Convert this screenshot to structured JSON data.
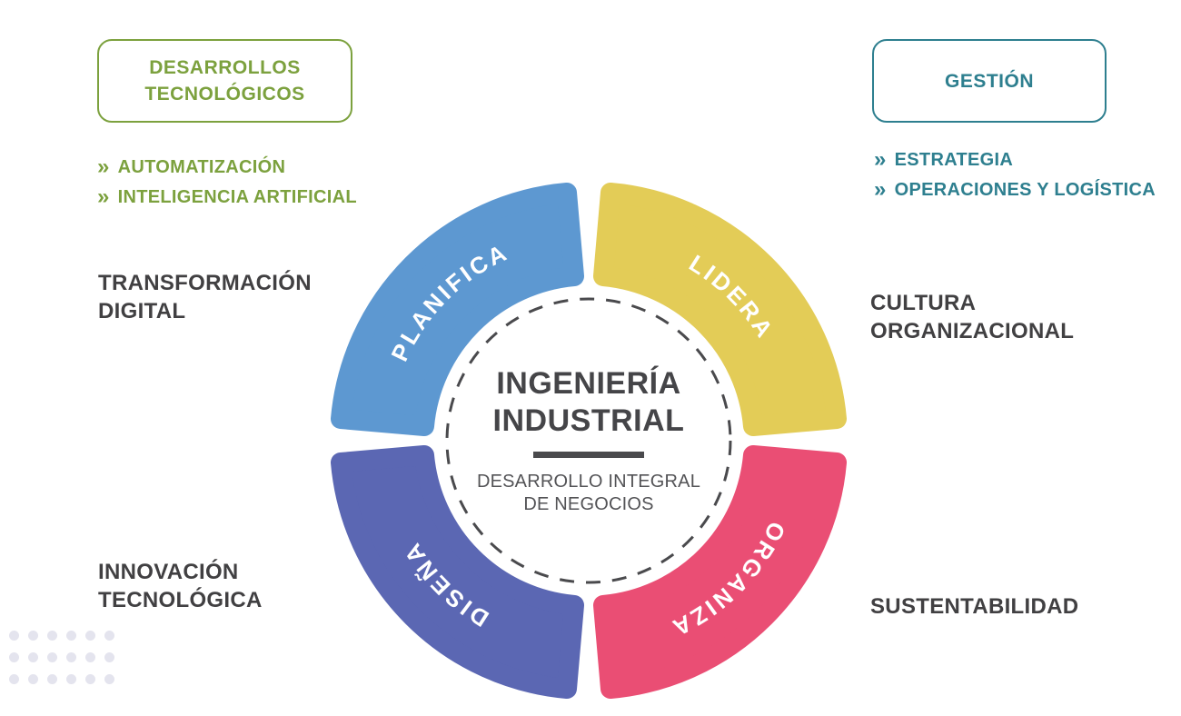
{
  "left_panel": {
    "box_label": "DESARROLLOS TECNOLÓGICOS",
    "bullets": [
      {
        "marker": "»",
        "label": "AUTOMATIZACIÓN"
      },
      {
        "marker": "»",
        "label": "INTELIGENCIA ARTIFICIAL"
      }
    ],
    "label_top": "TRANSFORMACIÓN DIGITAL",
    "label_bottom": "INNOVACIÓN TECNOLÓGICA"
  },
  "right_panel": {
    "box_label": "GESTIÓN",
    "bullets": [
      {
        "marker": "»",
        "label": "ESTRATEGIA"
      },
      {
        "marker": "»",
        "label": "OPERACIONES Y LOGÍSTICA"
      }
    ],
    "label_top": "CULTURA ORGANIZACIONAL",
    "label_bottom": "SUSTENTABILIDAD"
  },
  "diagram": {
    "center": {
      "title_line1": "INGENIERÍA",
      "title_line2": "INDUSTRIAL",
      "subtitle_line1": "DESARROLLO INTEGRAL",
      "subtitle_line2": "DE NEGOCIOS"
    },
    "segments": [
      {
        "label": "PLANIFICA",
        "color": "#5d98d1",
        "position": "top-left"
      },
      {
        "label": "LIDERA",
        "color": "#e3cc57",
        "position": "top-right"
      },
      {
        "label": "ORGANIZA",
        "color": "#ea4e74",
        "position": "bottom-right"
      },
      {
        "label": "DISEÑA",
        "color": "#5b67b3",
        "position": "bottom-left"
      }
    ]
  },
  "colors": {
    "green_accent": "#7ca13e",
    "teal_accent": "#2e7f8f",
    "dark_text": "#414042",
    "dashed_circle": "#4a4a4d",
    "dots": "#e4e4ee"
  },
  "decor": {
    "dots_rows": 3,
    "dots_cols": 6
  }
}
